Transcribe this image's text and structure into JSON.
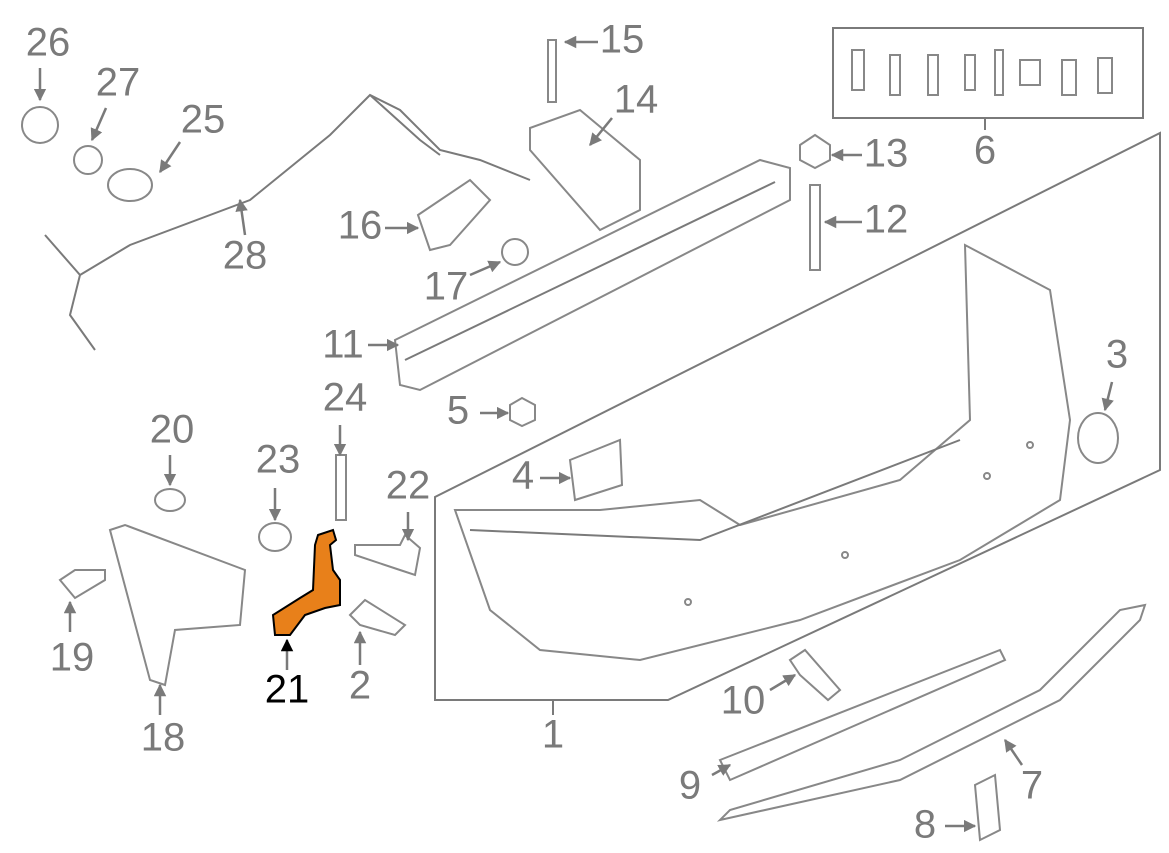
{
  "diagram": {
    "title": "Rear bumper parts diagram",
    "highlight_color": "#E8801A",
    "highlighted_part": "21",
    "callouts": [
      "1",
      "2",
      "3",
      "4",
      "5",
      "6",
      "7",
      "8",
      "9",
      "10",
      "11",
      "12",
      "13",
      "14",
      "15",
      "16",
      "17",
      "18",
      "19",
      "20",
      "21",
      "22",
      "23",
      "24",
      "25",
      "26",
      "27",
      "28"
    ]
  }
}
